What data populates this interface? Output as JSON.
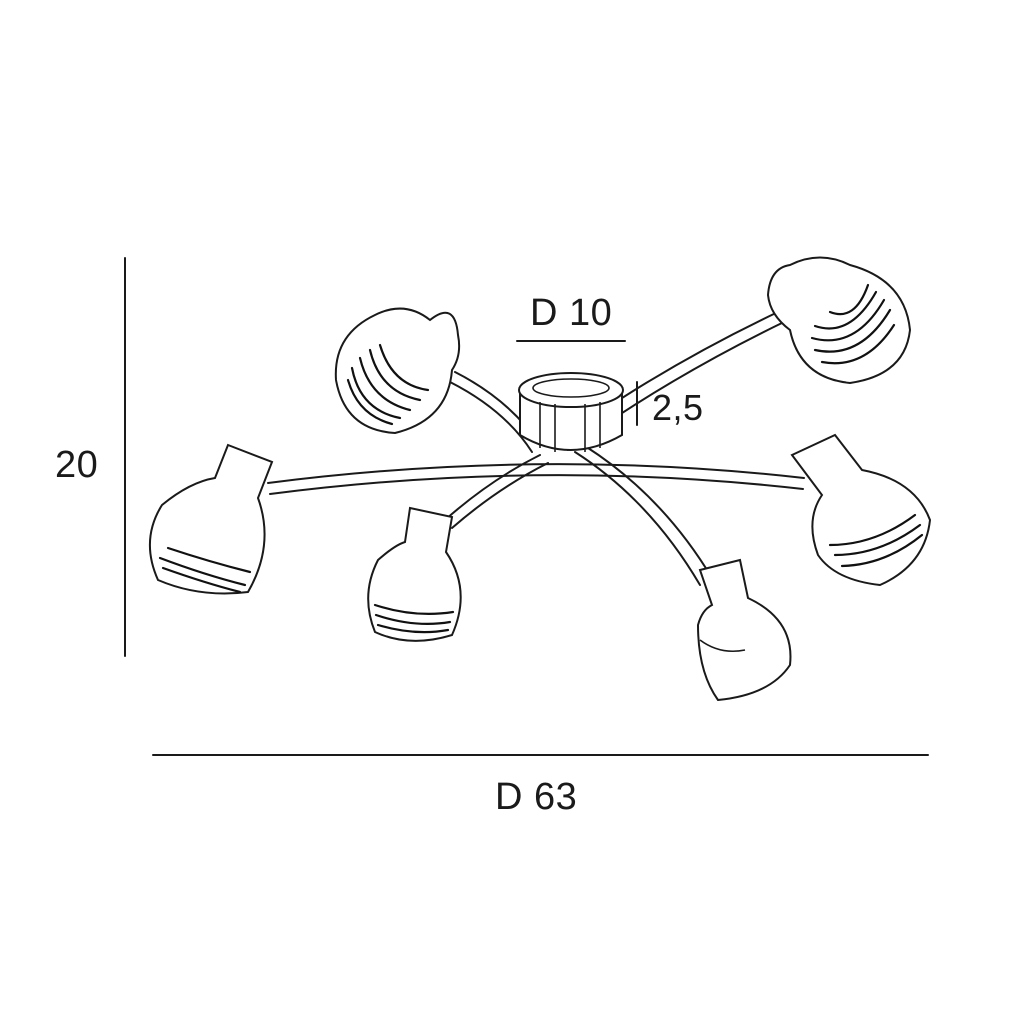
{
  "dimensions": {
    "height_label": "20",
    "width_label": "D 63",
    "base_diameter_label": "D 10",
    "base_height_label": "2,5"
  },
  "colors": {
    "line": "#1a1a1a",
    "background": "#ffffff"
  },
  "figure": {
    "subject": "six-arm ceiling lamp technical drawing",
    "shade_count": 6
  }
}
